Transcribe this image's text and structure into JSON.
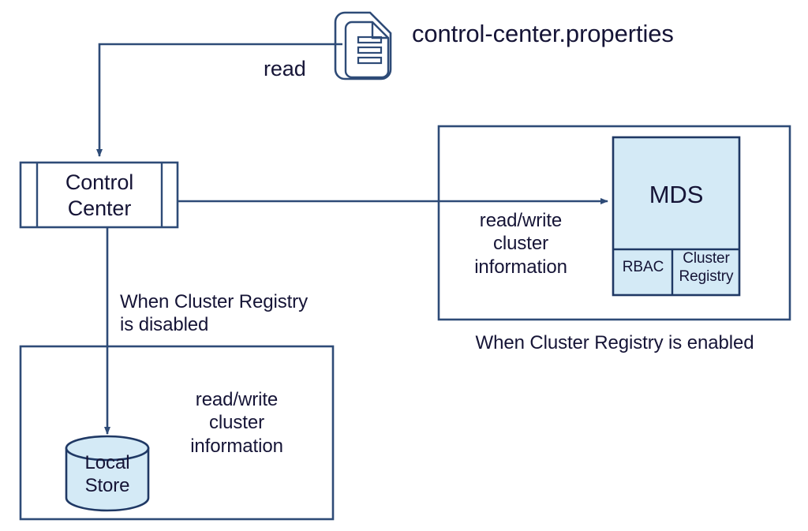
{
  "diagram": {
    "title": "Confluent Control Center cluster registry architecture",
    "colors": {
      "stroke": "#2e4b77",
      "stroke_dark": "#1f3864",
      "text": "#151436",
      "fill_light_blue": "#d4eaf6",
      "background": "#ffffff"
    },
    "nodes": {
      "properties_file": {
        "label": "control-center.properties",
        "icon": "document-icon"
      },
      "control_center": {
        "label": "Control\nCenter",
        "shape": "uml-component"
      },
      "mds": {
        "label": "MDS",
        "shape": "rectangle",
        "sub_boxes": [
          {
            "label": "RBAC"
          },
          {
            "label": "Cluster\nRegistry"
          }
        ]
      },
      "local_store": {
        "label": "Local\nStore",
        "shape": "cylinder"
      }
    },
    "edges": {
      "read": {
        "label": "read",
        "from": "properties_file",
        "to": "control_center"
      },
      "mds_rw": {
        "label": "read/write\ncluster\ninformation",
        "from": "control_center",
        "to": "mds"
      },
      "local_rw": {
        "label": "read/write\ncluster\ninformation",
        "from": "control_center",
        "to": "local_store"
      }
    },
    "groups": {
      "enabled": {
        "caption": "When Cluster Registry is enabled"
      },
      "disabled": {
        "caption": "When Cluster Registry\nis disabled"
      }
    }
  }
}
